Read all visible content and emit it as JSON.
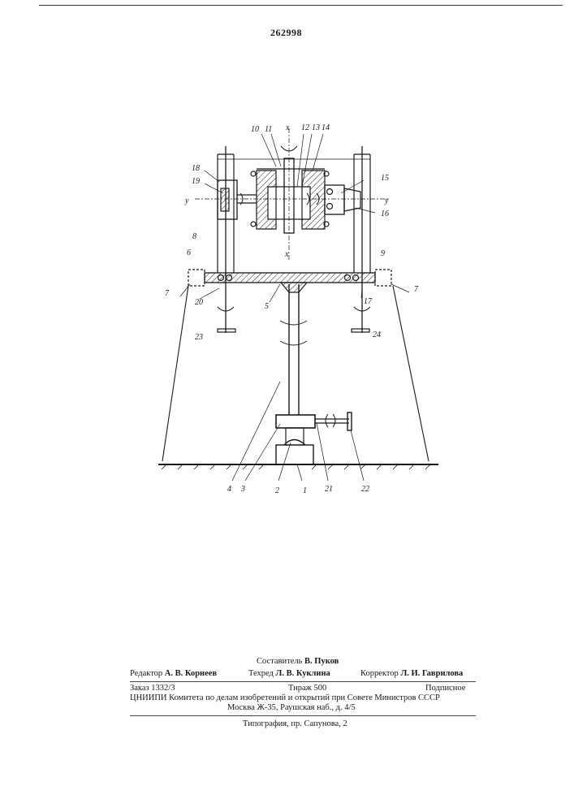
{
  "header": {
    "patent_number": "262998"
  },
  "drawing": {
    "labels": {
      "l1": "1",
      "l2": "2",
      "l3": "3",
      "l4": "4",
      "l5": "5",
      "l6": "6",
      "l7a": "7",
      "l7b": "7",
      "l8": "8",
      "l9": "9",
      "l10": "10",
      "l11": "11",
      "l12": "12",
      "l13": "13",
      "l14": "14",
      "l15": "15",
      "l16": "16",
      "l17": "17",
      "l18": "18",
      "l19": "19",
      "l20": "20",
      "l21": "21",
      "l22": "22",
      "l23": "23",
      "l24": "24",
      "x_top": "x",
      "x_bottom": "x",
      "y_left": "y",
      "y_right": "y"
    }
  },
  "footer": {
    "composer_label": "Составитель",
    "composer_name": "В. Пуков",
    "editor_label": "Редактор",
    "editor_name": "А. В. Корнеев",
    "techred_label": "Техред",
    "techred_name": "Л. В. Куклина",
    "corrector_label": "Корректор",
    "corrector_name": "Л. И. Гаврилова",
    "order": "Заказ 1332/3",
    "circulation": "Тираж 500",
    "subscription": "Подписное",
    "institute": "ЦНИИПИ Комитета по делам изобретений и открытий при Совете Министров СССР",
    "address": "Москва Ж-35, Раушская наб., д. 4/5",
    "printer": "Типография, пр. Сапунова, 2"
  }
}
